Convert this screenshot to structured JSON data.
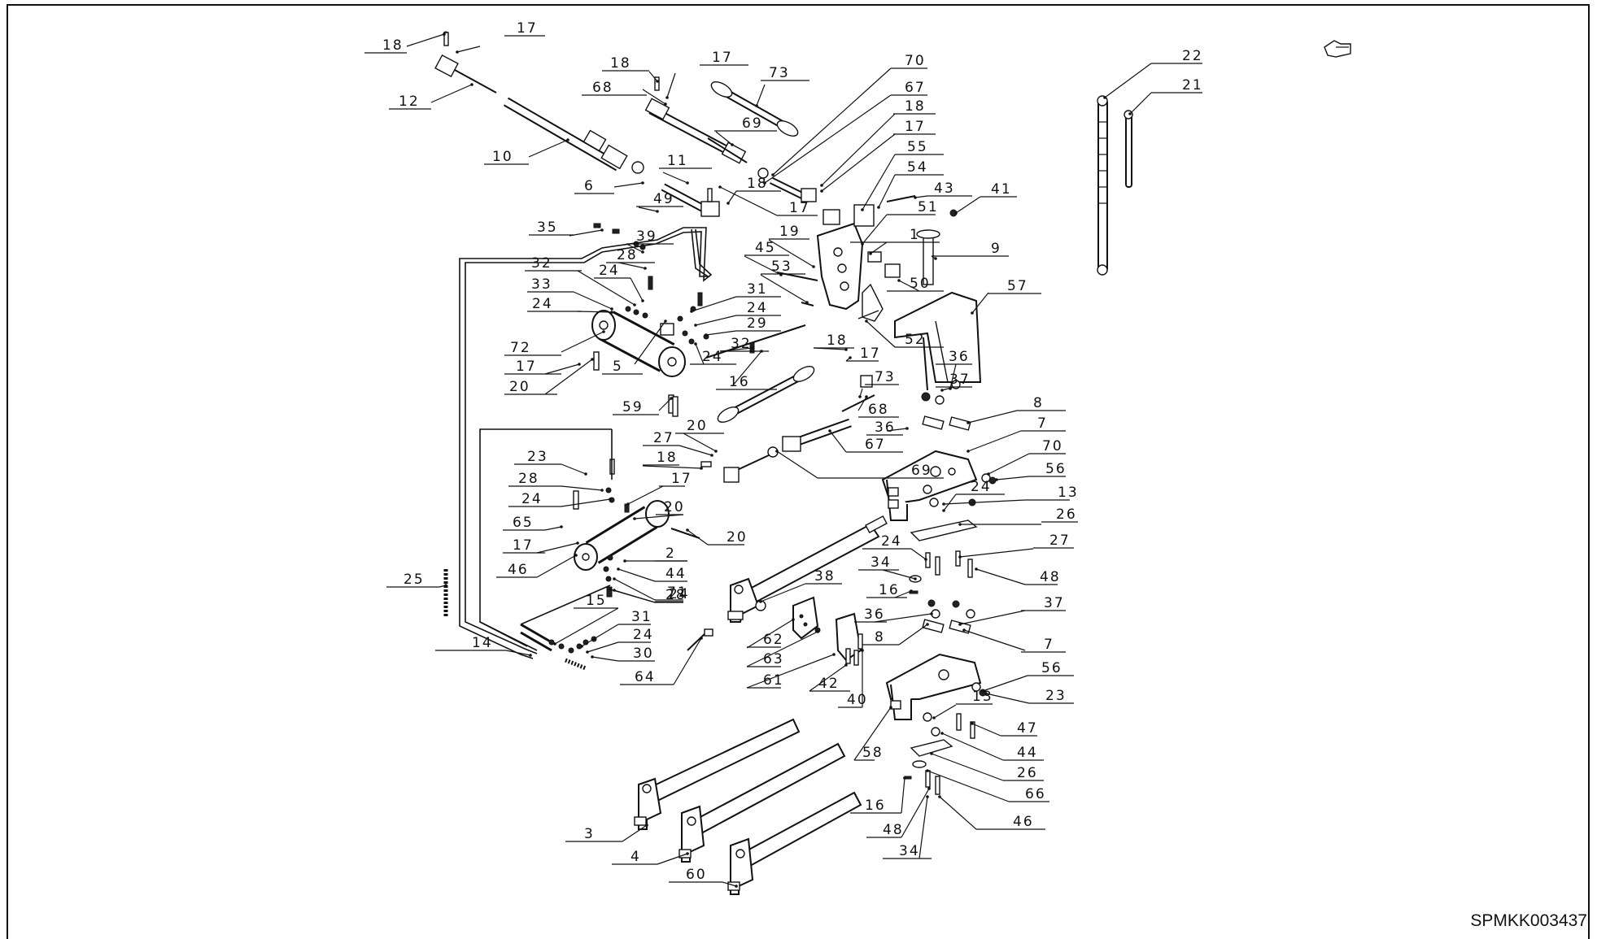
{
  "drawing": {
    "reference_id": "SPMKK003437",
    "orientation_icon": "hand-pointer-icon",
    "part_labels": [
      "18",
      "17",
      "12",
      "10",
      "18",
      "17",
      "73",
      "68",
      "69",
      "70",
      "67",
      "18",
      "17",
      "55",
      "54",
      "43",
      "41",
      "51",
      "1",
      "9",
      "6",
      "11",
      "18",
      "17",
      "49",
      "35",
      "39",
      "28",
      "19",
      "45",
      "53",
      "50",
      "57",
      "52",
      "32",
      "24",
      "33",
      "24",
      "31",
      "24",
      "29",
      "32",
      "72",
      "17",
      "5",
      "20",
      "24",
      "16",
      "18",
      "17",
      "68",
      "73",
      "36",
      "37",
      "36",
      "8",
      "7",
      "59",
      "20",
      "67",
      "69",
      "70",
      "56",
      "23",
      "28",
      "24",
      "27",
      "18",
      "17",
      "24",
      "13",
      "26",
      "65",
      "17",
      "20",
      "20",
      "2",
      "24",
      "27",
      "46",
      "44",
      "71",
      "24",
      "28",
      "38",
      "34",
      "16",
      "48",
      "36",
      "25",
      "15",
      "31",
      "24",
      "30",
      "62",
      "63",
      "8",
      "37",
      "7",
      "14",
      "64",
      "61",
      "42",
      "40",
      "56",
      "23",
      "58",
      "13",
      "47",
      "44",
      "26",
      "66",
      "16",
      "48",
      "34",
      "46",
      "3",
      "4",
      "60",
      "22",
      "21"
    ]
  }
}
